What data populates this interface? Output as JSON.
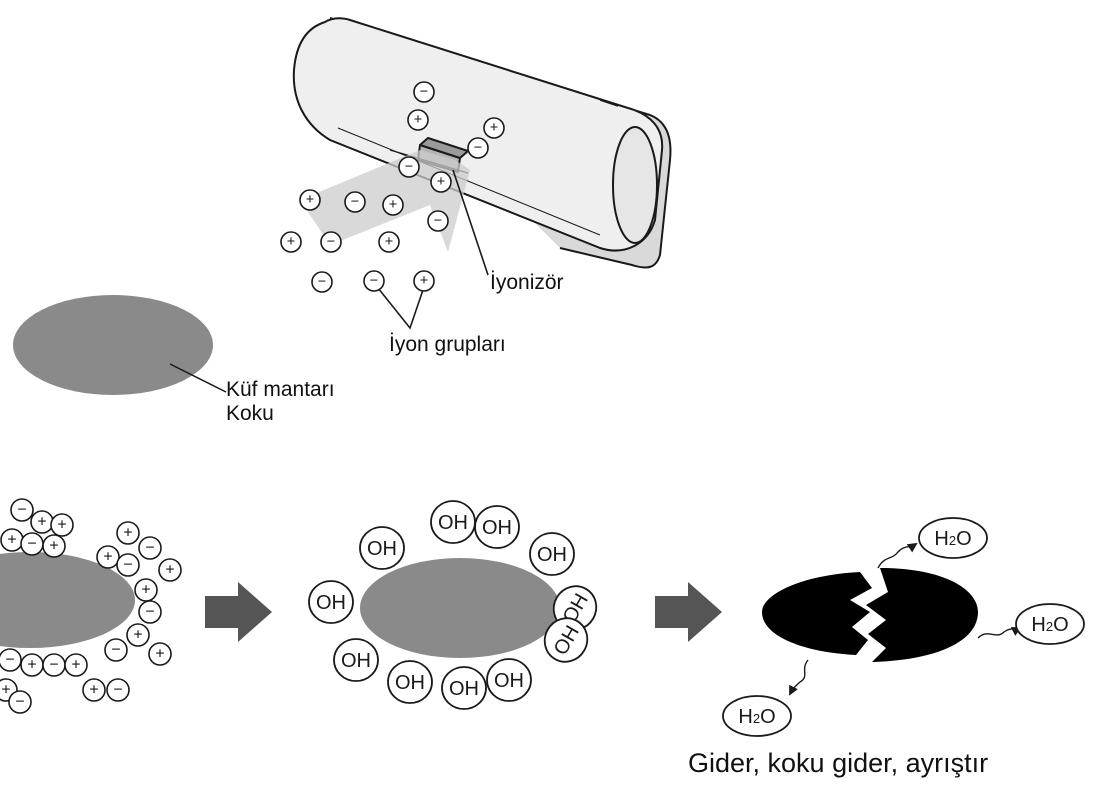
{
  "labels": {
    "ionizer": "İyonizör",
    "ion_groups": "İyon grupları",
    "mold": "Küf mantarı",
    "odor": "Koku",
    "caption": "Gider, koku gider, ayrıştır"
  },
  "symbols": {
    "plus": "+",
    "minus": "−",
    "hydroxyl": "OH",
    "water_h": "H",
    "water_sub": "2",
    "water_o": "O"
  },
  "colors": {
    "target": "#8a8a8a",
    "broken": "#000000",
    "arrow": "#555555",
    "airflow": "#cccccc",
    "outline": "#1a1a1a",
    "unit_body": "#eeeeee"
  }
}
